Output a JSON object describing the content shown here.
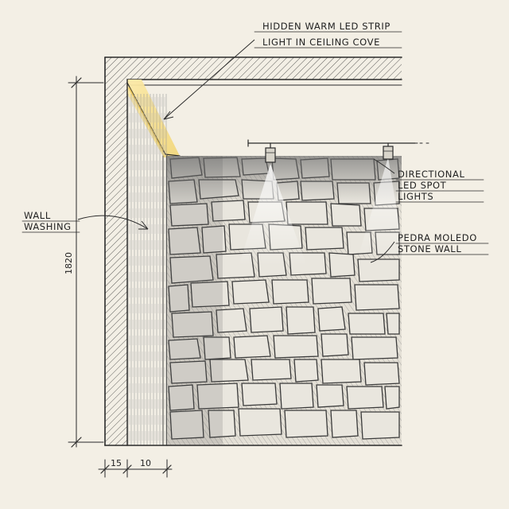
{
  "labels": {
    "led_strip_line1": "HIDDEN WARM LED STRIP",
    "led_strip_line2": "LIGHT IN CEILING COVE",
    "spot_line1": "DIRECTIONAL",
    "spot_line2": "LED SPOT",
    "spot_line3": "LIGHTS",
    "stone_line1": "PEDRA MOLEDO",
    "stone_line2": "STONE WALL",
    "washing_line1": "WALL",
    "washing_line2": "WASHING"
  },
  "dimensions": {
    "height": "1820",
    "left_width": "15",
    "right_width": "10"
  },
  "colors": {
    "paper": "#f3efe5",
    "ink": "#2a2a2a",
    "led_glow": "#f7df8a"
  }
}
